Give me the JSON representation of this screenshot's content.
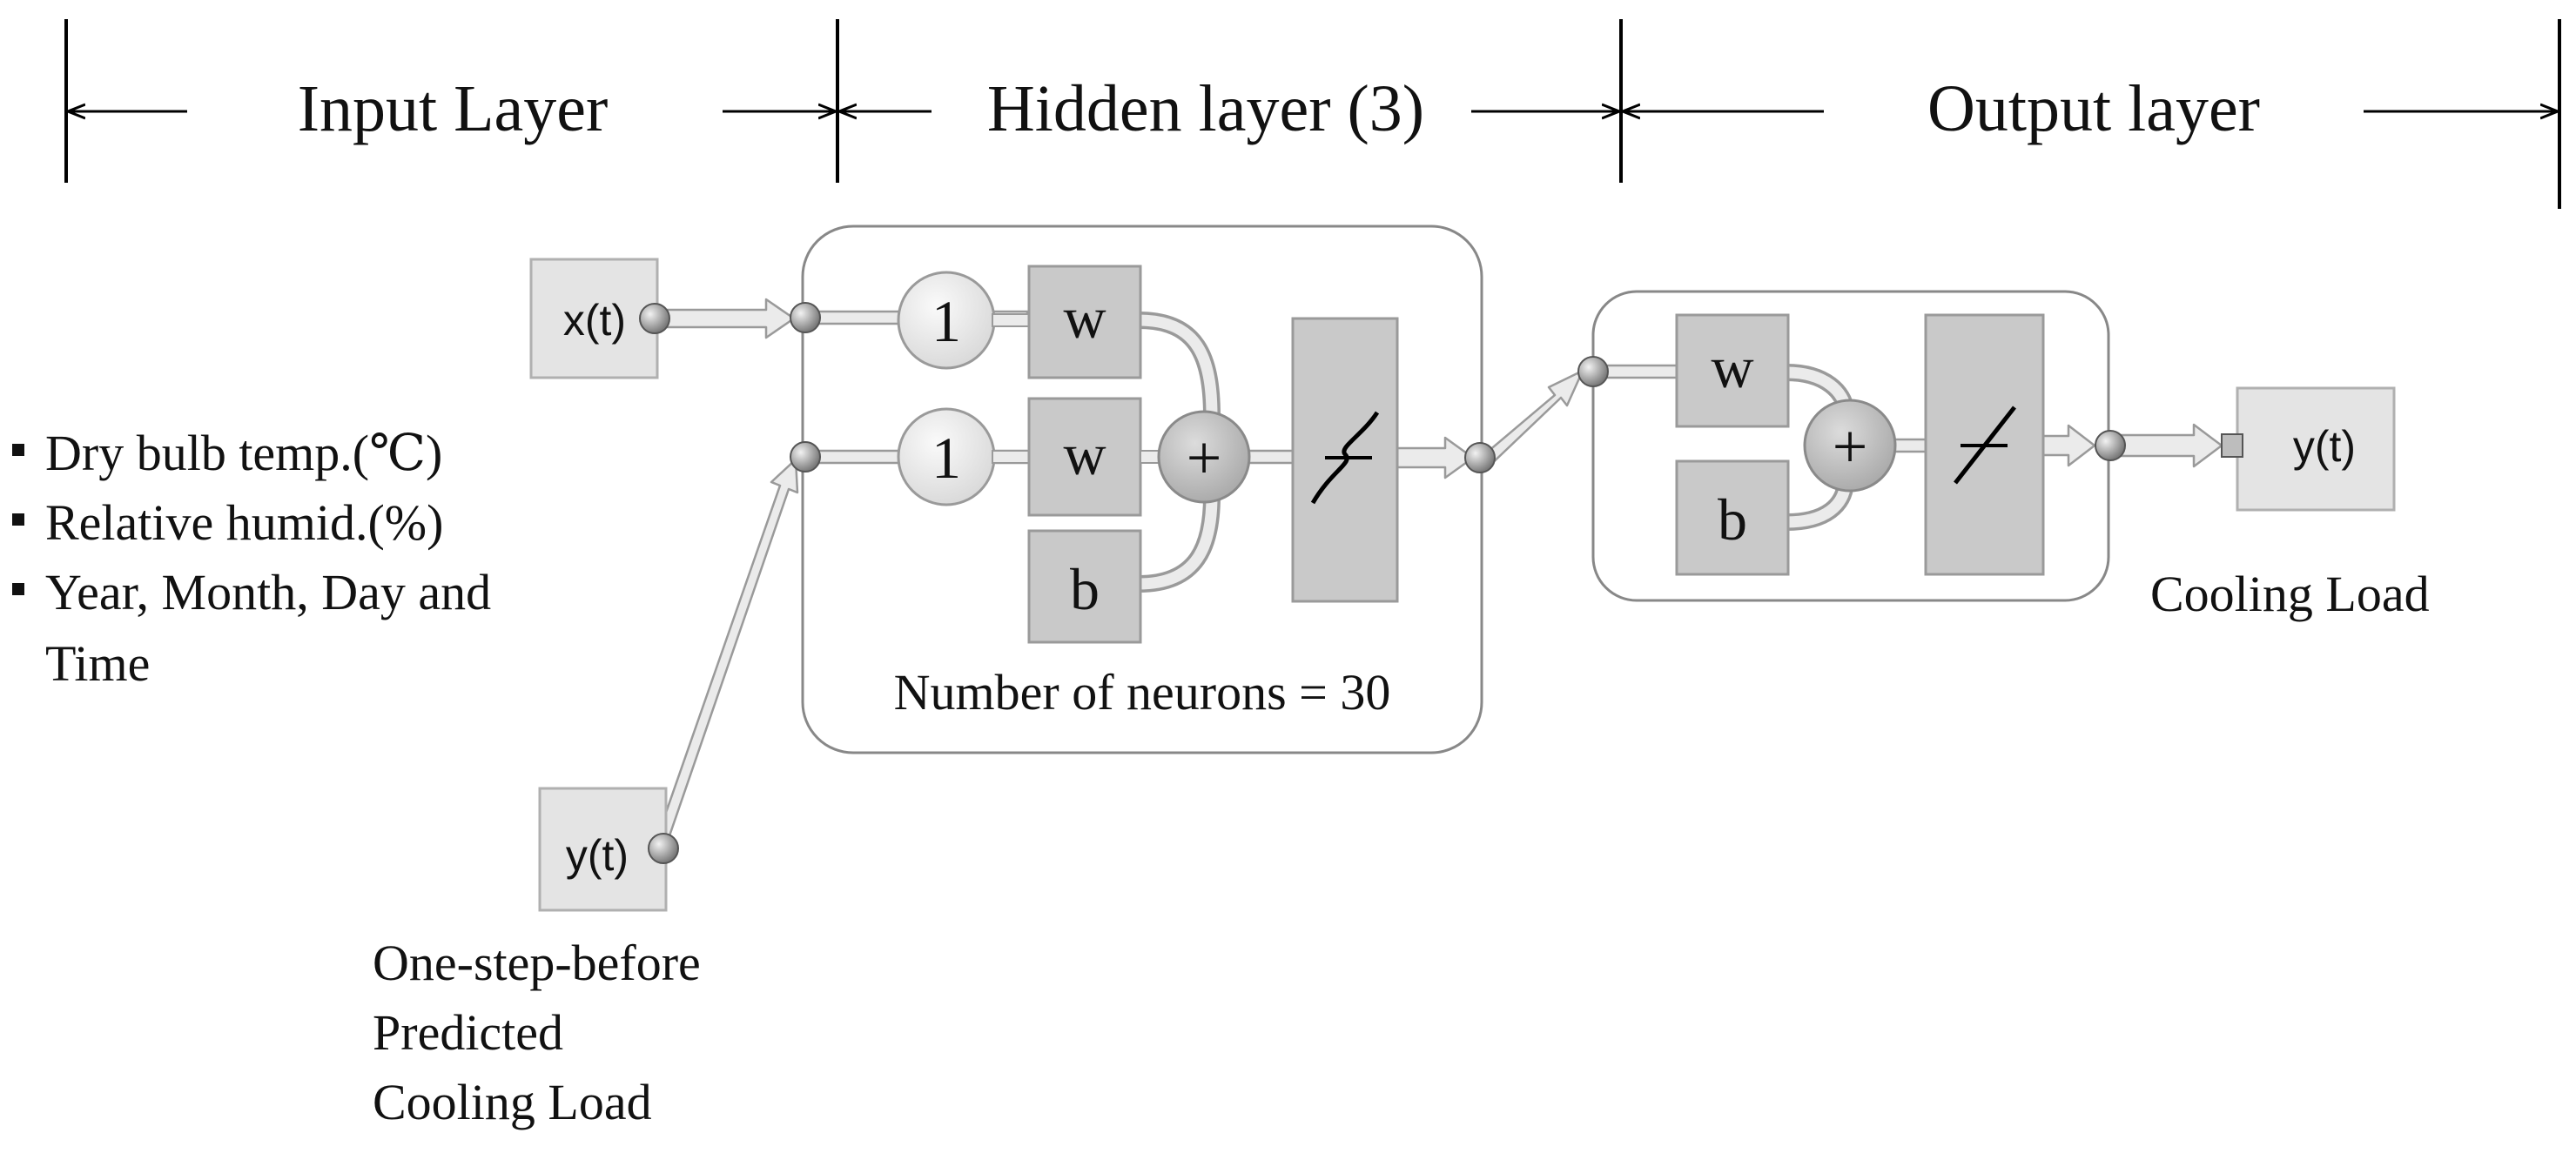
{
  "layers": {
    "input": "Input Layer",
    "hidden": "Hidden layer (3)",
    "output": "Output layer"
  },
  "inputs": {
    "x_label": "x(t)",
    "y_label": "y(t)",
    "x_features": [
      "Dry bulb temp.(℃)",
      "Relative humid.(%)",
      "Year, Month, Day and",
      "Time"
    ],
    "feedback_caption": [
      "One-step-before",
      "Predicted",
      "Cooling Load"
    ]
  },
  "hidden": {
    "delay_1": "1",
    "delay_2": "1",
    "weight_1": "w",
    "weight_2": "w",
    "bias": "b",
    "sum": "+",
    "neurons_caption": "Number of neurons = 30"
  },
  "output": {
    "weight": "w",
    "bias": "b",
    "sum": "+",
    "output_label": "y(t)",
    "output_caption": "Cooling Load"
  },
  "colors": {
    "box_fill": "#c9c9c9",
    "box_stroke": "#9a9a9a",
    "io_fill": "#e4e4e4",
    "node_fill": "#9e9e9e",
    "frame_stroke": "#888888"
  }
}
